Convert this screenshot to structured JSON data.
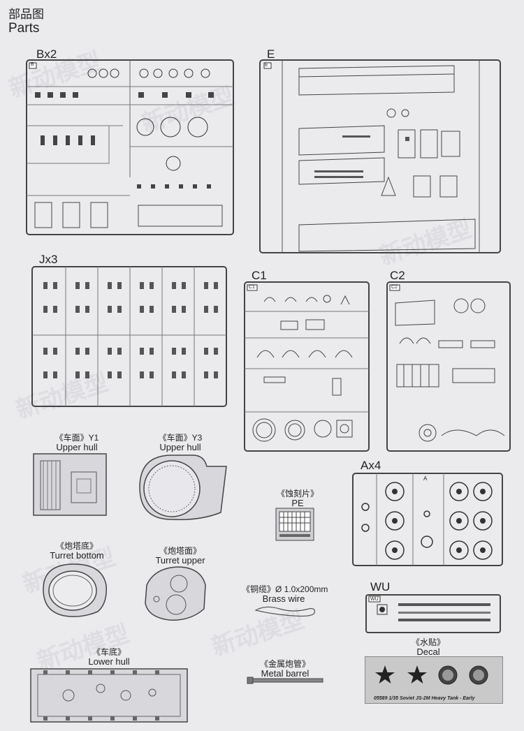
{
  "header": {
    "title_cn": "部品图",
    "title_en": "Parts"
  },
  "sprues": {
    "bx2": "Bx2",
    "e": "E",
    "jx3": "Jx3",
    "c1": "C1",
    "c2": "C2",
    "ax4": "Ax4",
    "wu": "WU"
  },
  "sprue_tags": {
    "b": "B",
    "e": "E",
    "c1": "C1",
    "c2": "C2",
    "a": "A",
    "wu": "WU"
  },
  "parts": {
    "y1": {
      "cn": "《车面》Y1",
      "en": "Upper hull"
    },
    "y3": {
      "cn": "《车面》Y3",
      "en": "Upper hull"
    },
    "pe": {
      "cn": "《蚀刻片》",
      "en": "PE"
    },
    "turret_bottom": {
      "cn": "《炮塔底》",
      "en": "Turret bottom"
    },
    "turret_upper": {
      "cn": "《炮塔面》",
      "en": "Turret upper"
    },
    "brass_wire": {
      "cn": "《铜缆》Ø 1.0x200mm",
      "en": "Brass wire"
    },
    "lower_hull": {
      "cn": "《车底》",
      "en": "Lower hull"
    },
    "metal_barrel": {
      "cn": "《金属炮管》",
      "en": "Metal barrel"
    },
    "decal": {
      "cn": "《水贴》",
      "en": "Decal",
      "caption": "05589 1/35 Soviet JS-2M Heavy Tank - Early"
    }
  },
  "watermark": "新动模型"
}
